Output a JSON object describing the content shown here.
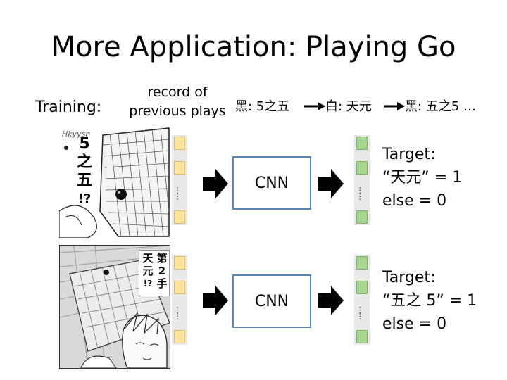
{
  "slide": {
    "title": "More Application: Playing Go",
    "training_label": "Training:",
    "record_label_line1": "record of",
    "record_label_line2": "previous plays"
  },
  "sequence": [
    "黑: 5之五",
    "白: 天元",
    "黑: 五之5 …"
  ],
  "rows": [
    {
      "cnn_label": "CNN",
      "manga_caption_chars": [
        "5",
        "之",
        "五",
        "!?"
      ],
      "manga_signature": "Hkyysn",
      "target_line1": "Target:",
      "target_line2": "“天元” = 1",
      "target_line3": "else = 0"
    },
    {
      "cnn_label": "CNN",
      "manga_caption_chars": [
        "第",
        "2",
        "手",
        "天",
        "元",
        "!?"
      ],
      "target_line1": "Target:",
      "target_line2": "“五之 5” = 1",
      "target_line3": "else = 0"
    }
  ],
  "vector": {
    "ellipsis": "……"
  },
  "colors": {
    "input_cell": "#ffe49a",
    "output_cell": "#a6d592",
    "cnn_border": "#5b87b7",
    "arrow": "#000000"
  }
}
